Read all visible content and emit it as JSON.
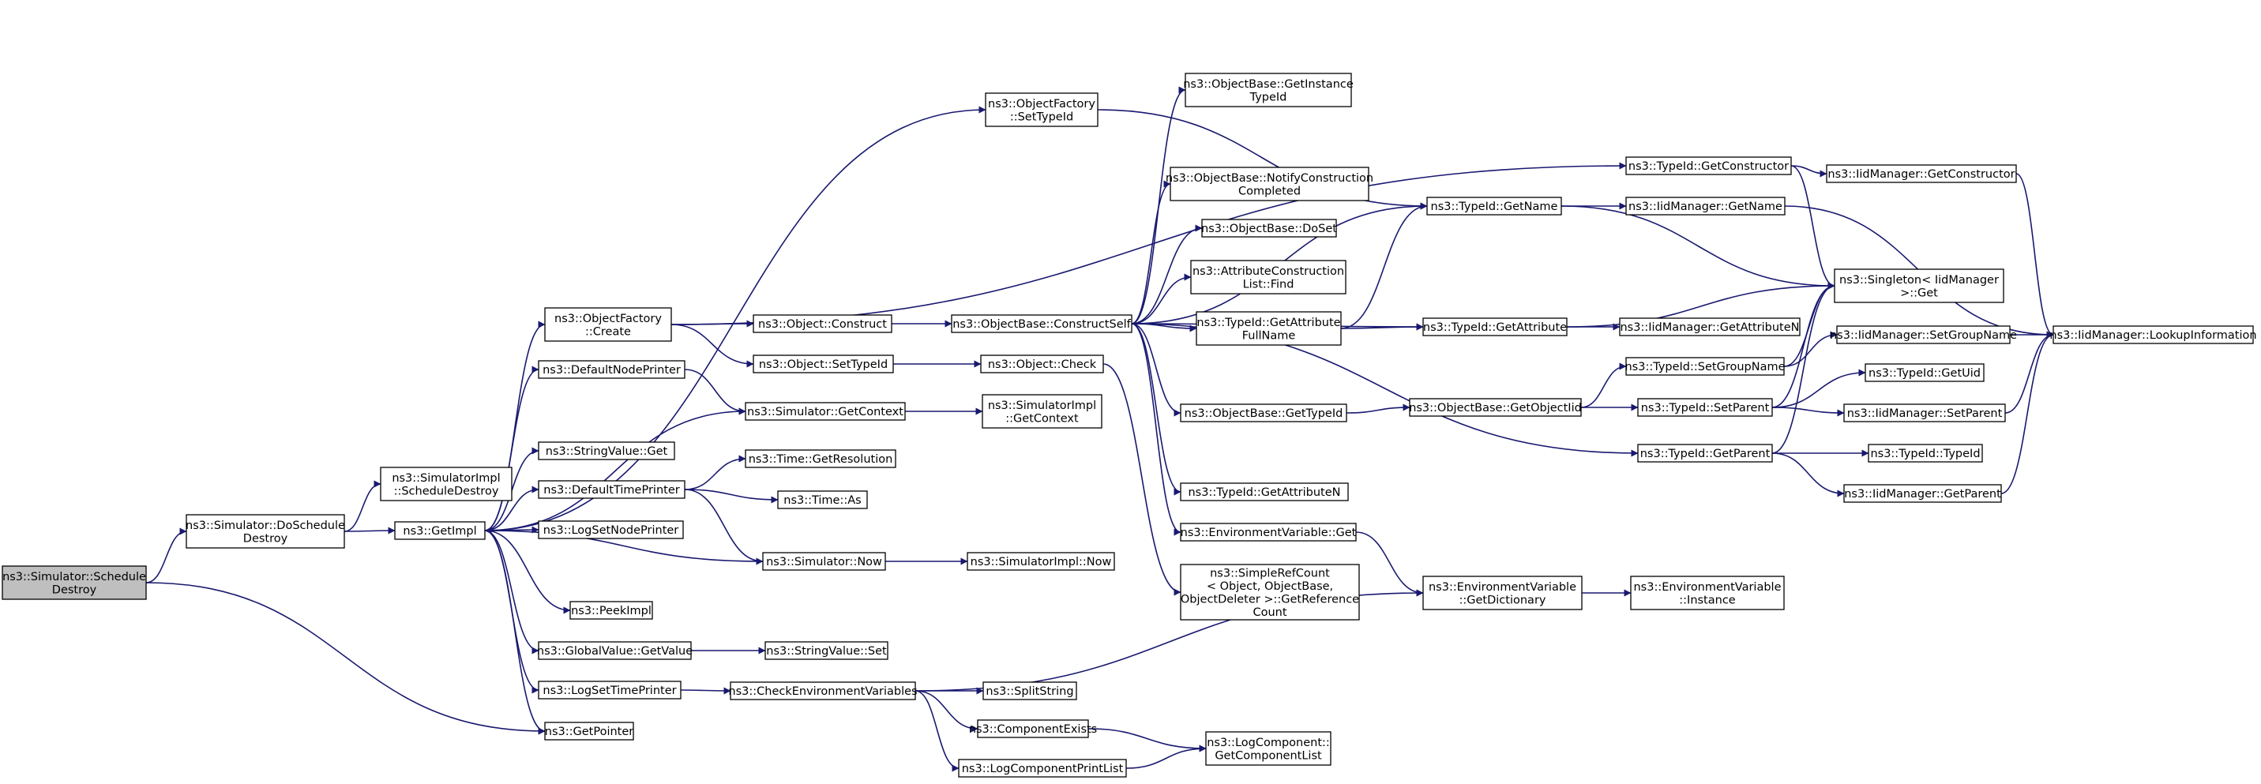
{
  "graph": {
    "nodes": [
      {
        "id": "root",
        "lines": [
          "ns3::Simulator::Schedule",
          "Destroy"
        ],
        "root": true
      },
      {
        "id": "dosched",
        "lines": [
          "ns3::Simulator::DoSchedule",
          "Destroy"
        ]
      },
      {
        "id": "implsched",
        "lines": [
          "ns3::SimulatorImpl",
          "::ScheduleDestroy"
        ]
      },
      {
        "id": "getimpl",
        "lines": [
          "ns3::GetImpl"
        ]
      },
      {
        "id": "getpointer",
        "lines": [
          "ns3::GetPointer"
        ]
      },
      {
        "id": "ofcreate",
        "lines": [
          "ns3::ObjectFactory",
          "::Create"
        ]
      },
      {
        "id": "defnode",
        "lines": [
          "ns3::DefaultNodePrinter"
        ]
      },
      {
        "id": "strget",
        "lines": [
          "ns3::StringValue::Get"
        ]
      },
      {
        "id": "deftime",
        "lines": [
          "ns3::DefaultTimePrinter"
        ]
      },
      {
        "id": "lognode",
        "lines": [
          "ns3::LogSetNodePrinter"
        ]
      },
      {
        "id": "peek",
        "lines": [
          "ns3::PeekImpl"
        ]
      },
      {
        "id": "gvget",
        "lines": [
          "ns3::GlobalValue::GetValue"
        ]
      },
      {
        "id": "logtime",
        "lines": [
          "ns3::LogSetTimePrinter"
        ]
      },
      {
        "id": "ofsettype",
        "lines": [
          "ns3::ObjectFactory",
          "::SetTypeId"
        ]
      },
      {
        "id": "objconstruct",
        "lines": [
          "ns3::Object::Construct"
        ]
      },
      {
        "id": "objsettype",
        "lines": [
          "ns3::Object::SetTypeId"
        ]
      },
      {
        "id": "simctx",
        "lines": [
          "ns3::Simulator::GetContext"
        ]
      },
      {
        "id": "timeres",
        "lines": [
          "ns3::Time::GetResolution"
        ]
      },
      {
        "id": "timeas",
        "lines": [
          "ns3::Time::As"
        ]
      },
      {
        "id": "simnow",
        "lines": [
          "ns3::Simulator::Now"
        ]
      },
      {
        "id": "strset",
        "lines": [
          "ns3::StringValue::Set"
        ]
      },
      {
        "id": "checkenv",
        "lines": [
          "ns3::CheckEnvironmentVariables"
        ]
      },
      {
        "id": "objbasecs",
        "lines": [
          "ns3::ObjectBase::ConstructSelf"
        ]
      },
      {
        "id": "objcheck",
        "lines": [
          "ns3::Object::Check"
        ]
      },
      {
        "id": "implctx",
        "lines": [
          "ns3::SimulatorImpl",
          "::GetContext"
        ]
      },
      {
        "id": "implnow",
        "lines": [
          "ns3::SimulatorImpl::Now"
        ]
      },
      {
        "id": "splitstr",
        "lines": [
          "ns3::SplitString"
        ]
      },
      {
        "id": "compexists",
        "lines": [
          "ns3::ComponentExists"
        ]
      },
      {
        "id": "logcompprint",
        "lines": [
          "ns3::LogComponentPrintList"
        ]
      },
      {
        "id": "getinsttid",
        "lines": [
          "ns3::ObjectBase::GetInstance",
          "TypeId"
        ]
      },
      {
        "id": "notifycc",
        "lines": [
          "ns3::ObjectBase::NotifyConstruction",
          "Completed"
        ]
      },
      {
        "id": "doset",
        "lines": [
          "ns3::ObjectBase::DoSet"
        ]
      },
      {
        "id": "attrfind",
        "lines": [
          "ns3::AttributeConstruction",
          "List::Find"
        ]
      },
      {
        "id": "tidgetattrfull",
        "lines": [
          "ns3::TypeId::GetAttribute",
          "FullName"
        ]
      },
      {
        "id": "objbasegettid",
        "lines": [
          "ns3::ObjectBase::GetTypeId"
        ]
      },
      {
        "id": "tidgetattrn",
        "lines": [
          "ns3::TypeId::GetAttributeN"
        ]
      },
      {
        "id": "envget",
        "lines": [
          "ns3::EnvironmentVariable::Get"
        ]
      },
      {
        "id": "simplerefcount",
        "lines": [
          "ns3::SimpleRefCount",
          "< Object, ObjectBase,",
          "ObjectDeleter >::GetReference",
          "Count"
        ]
      },
      {
        "id": "getcomplist",
        "lines": [
          "ns3::LogComponent::",
          "GetComponentList"
        ]
      },
      {
        "id": "tidgetname",
        "lines": [
          "ns3::TypeId::GetName"
        ]
      },
      {
        "id": "tidgetattr",
        "lines": [
          "ns3::TypeId::GetAttribute"
        ]
      },
      {
        "id": "objgetobjtid",
        "lines": [
          "ns3::ObjectBase::GetObjectIid"
        ]
      },
      {
        "id": "envdict",
        "lines": [
          "ns3::EnvironmentVariable",
          "::GetDictionary"
        ]
      },
      {
        "id": "tidgetctor",
        "lines": [
          "ns3::TypeId::GetConstructor"
        ]
      },
      {
        "id": "iidgetname",
        "lines": [
          "ns3::IidManager::GetName"
        ]
      },
      {
        "id": "iidgetattrn",
        "lines": [
          "ns3::IidManager::GetAttributeN"
        ]
      },
      {
        "id": "tidsetgroup",
        "lines": [
          "ns3::TypeId::SetGroupName"
        ]
      },
      {
        "id": "tidsetparent",
        "lines": [
          "ns3::TypeId::SetParent"
        ]
      },
      {
        "id": "tidgetparent",
        "lines": [
          "ns3::TypeId::GetParent"
        ]
      },
      {
        "id": "envinstance",
        "lines": [
          "ns3::EnvironmentVariable",
          "::Instance"
        ]
      },
      {
        "id": "iidgetctor",
        "lines": [
          "ns3::IidManager::GetConstructor"
        ]
      },
      {
        "id": "singleton",
        "lines": [
          "ns3::Singleton< IidManager",
          ">::Get"
        ]
      },
      {
        "id": "iidsetgroup",
        "lines": [
          "ns3::IidManager::SetGroupName"
        ]
      },
      {
        "id": "tidgetuid",
        "lines": [
          "ns3::TypeId::GetUid"
        ]
      },
      {
        "id": "iidsetparent",
        "lines": [
          "ns3::IidManager::SetParent"
        ]
      },
      {
        "id": "tidtypeid",
        "lines": [
          "ns3::TypeId::TypeId"
        ]
      },
      {
        "id": "iidgetparent",
        "lines": [
          "ns3::IidManager::GetParent"
        ]
      },
      {
        "id": "iidlookup",
        "lines": [
          "ns3::IidManager::LookupInformation"
        ]
      }
    ],
    "edges": [
      [
        "root",
        "dosched"
      ],
      [
        "root",
        "getpointer"
      ],
      [
        "dosched",
        "implsched"
      ],
      [
        "dosched",
        "getimpl"
      ],
      [
        "getimpl",
        "ofcreate"
      ],
      [
        "getimpl",
        "defnode"
      ],
      [
        "getimpl",
        "strget"
      ],
      [
        "getimpl",
        "deftime"
      ],
      [
        "getimpl",
        "lognode"
      ],
      [
        "getimpl",
        "peek"
      ],
      [
        "getimpl",
        "gvget"
      ],
      [
        "getimpl",
        "logtime"
      ],
      [
        "getimpl",
        "getpointer"
      ],
      [
        "getimpl",
        "ofsettype"
      ],
      [
        "getimpl",
        "simctx"
      ],
      [
        "ofcreate",
        "objconstruct"
      ],
      [
        "ofcreate",
        "objsettype"
      ],
      [
        "ofcreate",
        "tidgetctor"
      ],
      [
        "defnode",
        "simctx"
      ],
      [
        "deftime",
        "timeres"
      ],
      [
        "deftime",
        "timeas"
      ],
      [
        "deftime",
        "simnow"
      ],
      [
        "simnow",
        "getimpl"
      ],
      [
        "simnow",
        "implnow"
      ],
      [
        "gvget",
        "strset"
      ],
      [
        "logtime",
        "checkenv"
      ],
      [
        "checkenv",
        "splitstr"
      ],
      [
        "checkenv",
        "compexists"
      ],
      [
        "checkenv",
        "logcompprint"
      ],
      [
        "checkenv",
        "envdict"
      ],
      [
        "compexists",
        "getcomplist"
      ],
      [
        "logcompprint",
        "getcomplist"
      ],
      [
        "ofsettype",
        "tidgetname"
      ],
      [
        "objconstruct",
        "objbasecs"
      ],
      [
        "objsettype",
        "objcheck"
      ],
      [
        "simctx",
        "implctx"
      ],
      [
        "objcheck",
        "simplerefcount"
      ],
      [
        "objbasecs",
        "getinsttid"
      ],
      [
        "objbasecs",
        "notifycc"
      ],
      [
        "objbasecs",
        "doset"
      ],
      [
        "objbasecs",
        "attrfind"
      ],
      [
        "objbasecs",
        "tidgetattrfull"
      ],
      [
        "objbasecs",
        "objbasegettid"
      ],
      [
        "objbasecs",
        "tidgetattrn"
      ],
      [
        "objbasecs",
        "envget"
      ],
      [
        "objbasecs",
        "tidgetname"
      ],
      [
        "objbasecs",
        "tidgetattr"
      ],
      [
        "objbasecs",
        "tidgetparent"
      ],
      [
        "tidgetattrfull",
        "tidgetname"
      ],
      [
        "tidgetattrfull",
        "tidgetattr"
      ],
      [
        "objbasegettid",
        "objgetobjtid"
      ],
      [
        "objgetobjtid",
        "tidsetgroup"
      ],
      [
        "objgetobjtid",
        "tidsetparent"
      ],
      [
        "envget",
        "envdict"
      ],
      [
        "envdict",
        "envinstance"
      ],
      [
        "tidgetname",
        "iidgetname"
      ],
      [
        "tidgetname",
        "singleton"
      ],
      [
        "tidgetattr",
        "iidgetattrn"
      ],
      [
        "tidgetattr",
        "singleton"
      ],
      [
        "tidgetctor",
        "iidgetctor"
      ],
      [
        "tidgetctor",
        "singleton"
      ],
      [
        "tidsetgroup",
        "iidsetgroup"
      ],
      [
        "tidsetgroup",
        "singleton"
      ],
      [
        "tidsetparent",
        "tidgetuid"
      ],
      [
        "tidsetparent",
        "iidsetparent"
      ],
      [
        "tidsetparent",
        "singleton"
      ],
      [
        "tidgetparent",
        "tidtypeid"
      ],
      [
        "tidgetparent",
        "iidgetparent"
      ],
      [
        "tidgetparent",
        "singleton"
      ],
      [
        "iidgetname",
        "iidlookup"
      ],
      [
        "iidgetctor",
        "iidlookup"
      ],
      [
        "iidsetgroup",
        "iidlookup"
      ],
      [
        "iidsetparent",
        "iidlookup"
      ],
      [
        "iidgetparent",
        "iidlookup"
      ]
    ]
  }
}
